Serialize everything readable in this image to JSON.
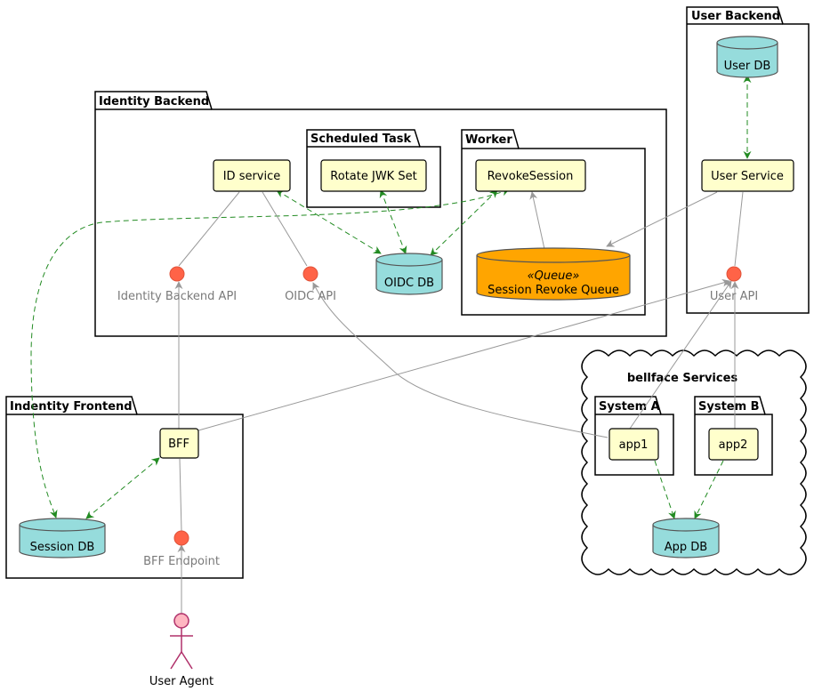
{
  "colors": {
    "component_fill": "#FFFFCC",
    "database_fill": "#96DCDC",
    "queue_fill": "#FFA500",
    "interface_fill": "#FF6347",
    "actor_fill": "#FFB6C1",
    "actor_stroke": "#B0306A",
    "dependency": "#228B22",
    "link": "#999999"
  },
  "packages": {
    "user_backend": "User Backend",
    "identity_backend": "Identity Backend",
    "scheduled_task": "Scheduled Task",
    "worker": "Worker",
    "identity_frontend": "Indentity Frontend",
    "bellface_services": "bellface Services",
    "system_a": "System A",
    "system_b": "System B"
  },
  "components": {
    "id_service": "ID service",
    "rotate_jwk": "Rotate JWK Set",
    "revoke_session": "RevokeSession",
    "user_service": "User Service",
    "bff": "BFF",
    "app1": "app1",
    "app2": "app2"
  },
  "databases": {
    "user_db": "User DB",
    "oidc_db": "OIDC DB",
    "session_db": "Session DB",
    "app_db": "App DB"
  },
  "queue": {
    "stereotype": "«Queue»",
    "label": "Session Revoke Queue"
  },
  "interfaces": {
    "identity_backend_api": "Identity Backend API",
    "oidc_api": "OIDC API",
    "user_api": "User API",
    "bff_endpoint": "BFF Endpoint"
  },
  "actor": {
    "label": "User Agent"
  }
}
